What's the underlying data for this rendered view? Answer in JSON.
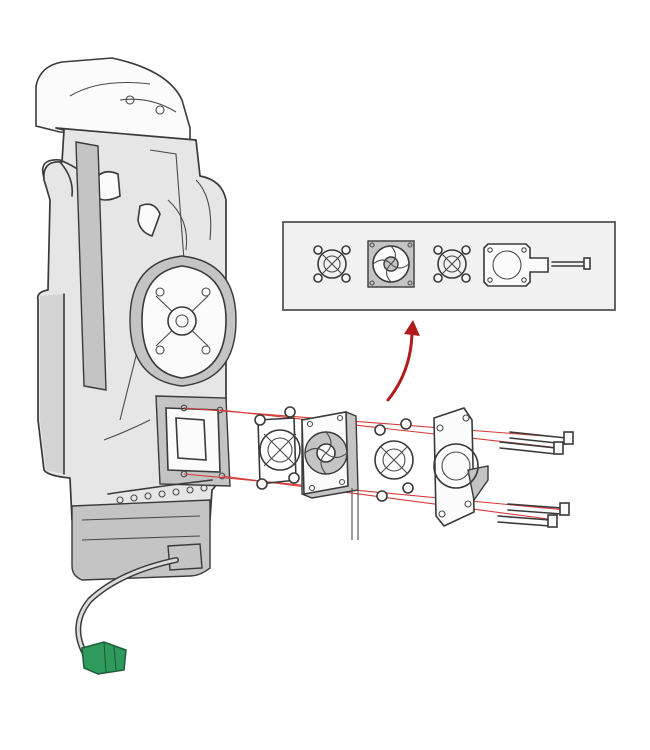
{
  "figure": {
    "colors": {
      "cradle_fill": "#e6e6e6",
      "outline": "#3a3a3a",
      "guide_lines": "#d63a3a",
      "curved_arrow": "#b01c1c",
      "connector": "#2e9a5c",
      "inset_background": "#f1f1f1"
    },
    "parts": {
      "cradle": "device-cradle",
      "connector": "green-cable-connector",
      "fan": "cooling-fan",
      "guards": "fan-guard-grilles",
      "plate": "mounting-plate",
      "screws": "mounting-screws"
    },
    "inset_items": [
      "fan-guard",
      "fan",
      "fan-guard",
      "mounting-plate",
      "screw"
    ]
  }
}
